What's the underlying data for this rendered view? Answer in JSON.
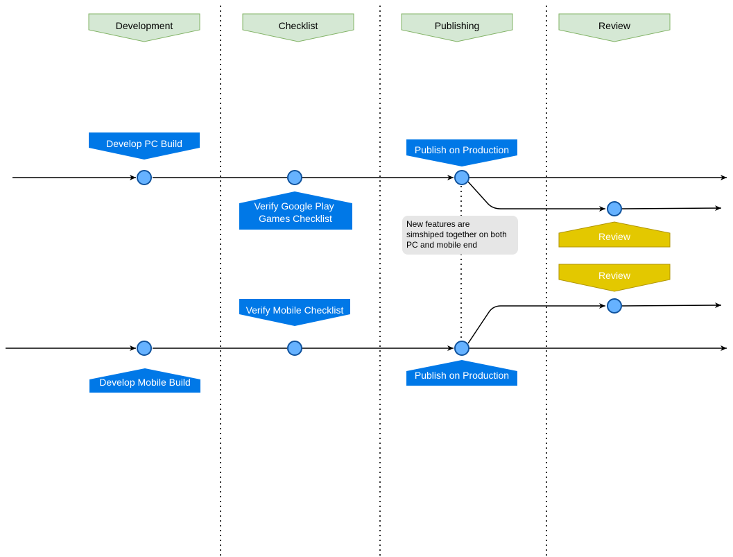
{
  "phases": [
    {
      "key": "development",
      "label": "Development"
    },
    {
      "key": "checklist",
      "label": "Checklist"
    },
    {
      "key": "publishing",
      "label": "Publishing"
    },
    {
      "key": "review",
      "label": "Review"
    }
  ],
  "tags": {
    "develop_pc": {
      "lines": [
        "Develop PC Build"
      ]
    },
    "verify_gpg": {
      "lines": [
        "Verify Google Play",
        "Games Checklist"
      ]
    },
    "publish_pc": {
      "lines": [
        "Publish on Production"
      ]
    },
    "review_pc": {
      "lines": [
        "Review"
      ]
    },
    "review_mobile": {
      "lines": [
        "Review"
      ]
    },
    "verify_mobile": {
      "lines": [
        "Verify Mobile Checklist"
      ]
    },
    "develop_mobile": {
      "lines": [
        "Develop Mobile Build"
      ]
    },
    "publish_mobile": {
      "lines": [
        "Publish on Production"
      ]
    }
  },
  "note": {
    "lines": [
      "New features are",
      "simshiped together on both",
      "PC and mobile end"
    ]
  },
  "colors": {
    "phase_fill": "#d5e8d4",
    "phase_stroke": "#82b366",
    "action_fill": "#0078e7",
    "review_fill": "#e3c800",
    "review_stroke": "#b09500",
    "node_fill": "#66b2ff",
    "node_stroke": "#10539e",
    "note_fill": "#e6e6e6"
  }
}
